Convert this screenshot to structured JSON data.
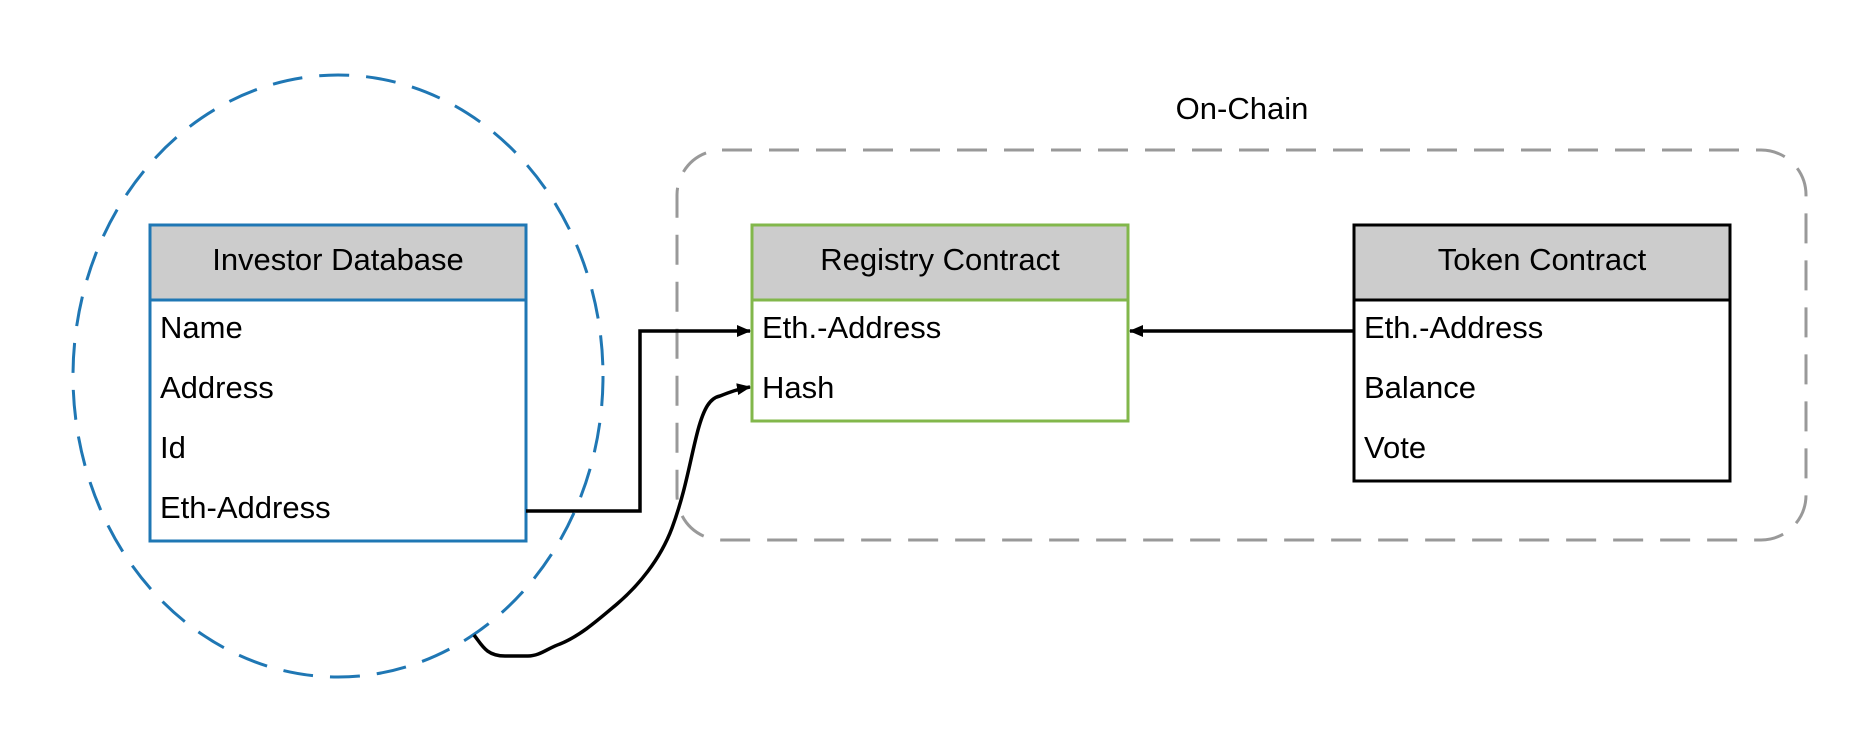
{
  "onchain_group": {
    "label": "On-Chain",
    "border_color": "#999999"
  },
  "offchain_group": {
    "border_color": "#1F77B4"
  },
  "entities": {
    "investor_database": {
      "title": "Investor Database",
      "border_color": "#1F77B4",
      "header_fill": "#CCCCCC",
      "fields": [
        "Name",
        "Address",
        "Id",
        "Eth-Address"
      ]
    },
    "registry_contract": {
      "title": "Registry Contract",
      "border_color": "#82B74B",
      "header_fill": "#CCCCCC",
      "fields": [
        "Eth.-Address",
        "Hash"
      ]
    },
    "token_contract": {
      "title": "Token Contract",
      "border_color": "#000000",
      "header_fill": "#CCCCCC",
      "fields": [
        "Eth.-Address",
        "Balance",
        "Vote"
      ]
    }
  },
  "connectors": [
    {
      "from": "investor_database.Eth-Address",
      "to": "registry_contract.Eth.-Address",
      "style": "orthogonal"
    },
    {
      "from": "investor_database",
      "to": "registry_contract.Hash",
      "style": "freehand-curve"
    },
    {
      "from": "token_contract.Eth.-Address",
      "to": "registry_contract.Eth.-Address",
      "style": "straight"
    }
  ],
  "colors": {
    "connector": "#000000",
    "background": "#FFFFFF"
  }
}
